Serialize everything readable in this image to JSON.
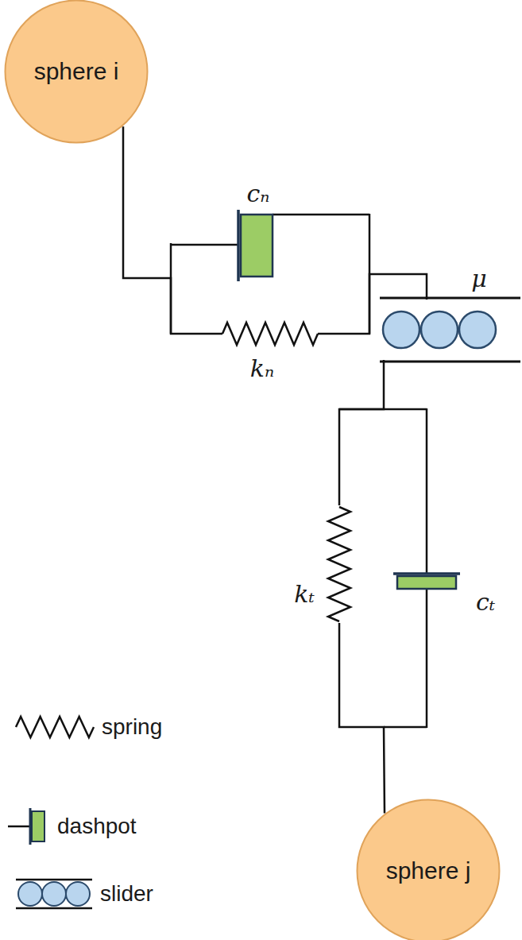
{
  "diagram": {
    "nodes": [
      {
        "text": [
          "sphere i"
        ]
      },
      {
        "text": [
          "sphere j"
        ]
      }
    ],
    "edges": [
      {
        "from": 0,
        "to": 1,
        "arrow": "none"
      }
    ],
    "labels": [
      "cₙ",
      "kₙ",
      "μ",
      "kₜ",
      "cₜ"
    ],
    "legend": [
      {
        "text": "spring"
      },
      {
        "text": "dashpot"
      },
      {
        "text": "slider"
      }
    ]
  }
}
